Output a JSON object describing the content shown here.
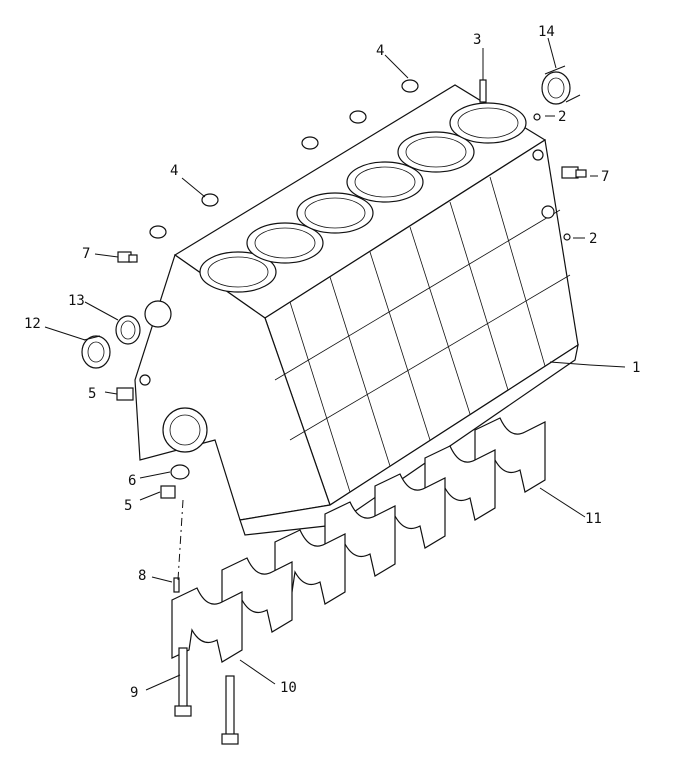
{
  "diagram": {
    "callouts": {
      "c1": "1",
      "c2a": "2",
      "c2b": "2",
      "c3": "3",
      "c4a": "4",
      "c4b": "4",
      "c5a": "5",
      "c5b": "5",
      "c6": "6",
      "c7a": "7",
      "c7b": "7",
      "c8": "8",
      "c9": "9",
      "c10": "10",
      "c11": "11",
      "c12": "12",
      "c13": "13",
      "c14": "14"
    }
  }
}
